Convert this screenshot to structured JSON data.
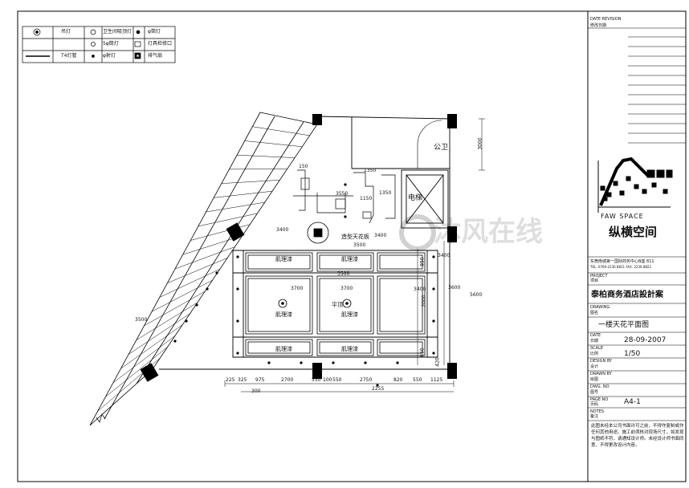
{
  "legend": {
    "row1": [
      "吊灯",
      "卫生间吸顶灯",
      "φ筒灯"
    ],
    "row2": [
      "5φ筒灯",
      "灯具检修口"
    ],
    "row3": [
      "T4灯管",
      "φ射灯",
      "排气扇"
    ]
  },
  "rooms": {
    "toilet": "公卫",
    "elevator": "电梯",
    "ceiling_feature": "造型天花板",
    "ceiling_feature_dim": "3400",
    "muslin_tl": "肌理漆",
    "muslin_tr": "肌理漆",
    "muslin_cl": "肌理漆",
    "muslin_cr": "肌理漆",
    "muslin_bl": "肌理漆",
    "muslin_br": "肌理漆",
    "flat_ceiling": "平顶"
  },
  "dimensions": {
    "d3400a": "3400",
    "d3500a": "3500",
    "d3500b": "3500",
    "d3700a": "3700",
    "d3700b": "3700",
    "d3400b": "3400",
    "d3600": "3600",
    "d3500c": "3500",
    "d150a": "150",
    "d1350a": "1350",
    "d3550": "3550",
    "d1350b": "1350",
    "d1150": "1150",
    "d2000": "2000",
    "d850": "850",
    "d650": "650",
    "d420": "420",
    "d3000": "3000",
    "d3400c": "3400",
    "d5600": "5600",
    "bottom": [
      "225",
      "325",
      "975",
      "2700",
      "550",
      "100",
      "550",
      "2750",
      "820",
      "550",
      "1125"
    ],
    "d300": "300",
    "d2255": "2255"
  },
  "titleblock": {
    "rev_head": "DATE REVISION",
    "rev_sub": "修改日期",
    "company_en": "FAW SPACE",
    "company_cn": "纵横空间",
    "address": "东莞南城第一国际商务中心B座 811",
    "phone": "TEL: 0769-2236 8811  FAX: 2236 8822",
    "project_head": "PROJECT",
    "project_sub": "项目",
    "project": "泰柏商务酒店設計案",
    "drawing_head": "DRAWING",
    "drawing_sub": "图名",
    "drawing": "一楼天花平面图",
    "date_head": "DATE",
    "date_sub": "日期",
    "date": "28-09-2007",
    "scale_head": "SCALE",
    "scale_sub": "比例",
    "scale": "1/50",
    "design_head": "DESIGN BY",
    "design_sub": "设计",
    "drawn_head": "DRAWN BY",
    "drawn_sub": "绘图",
    "dwg_head": "DWG. NO",
    "dwg_sub": "图号",
    "page_head": "PAGE NO",
    "page_sub": "页码",
    "page": "A4-1",
    "notes_head": "NOTES",
    "notes_sub": "备注",
    "notes": "此图未经本公司书面许可之前，不得作复制或作任何其他用途。施工前须核对现场尺寸，如发现与图纸不符，请通知设计师。未经设计师书面同意，不得更改设计内容。"
  },
  "watermark": "沐风在线"
}
